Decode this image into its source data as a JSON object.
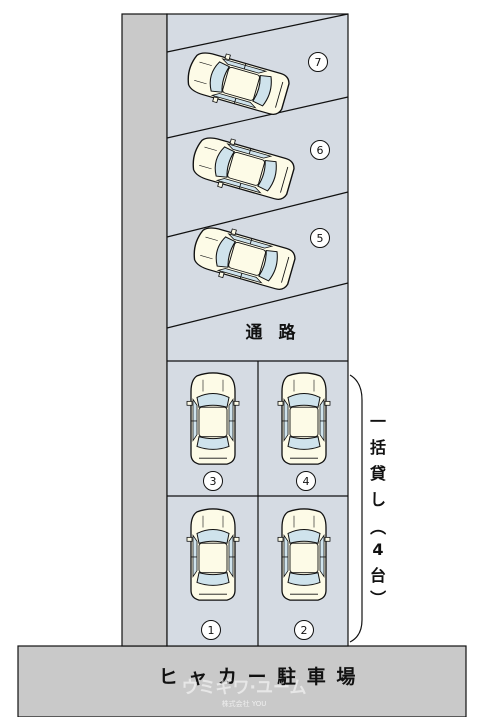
{
  "spaces": [
    {
      "number": "7"
    },
    {
      "number": "6"
    },
    {
      "number": "5"
    },
    {
      "number": "3"
    },
    {
      "number": "4"
    },
    {
      "number": "1"
    },
    {
      "number": "2"
    }
  ],
  "road_label": "通 路",
  "bottom_road_label": "ヒ ャ カ ー 駐 車 場",
  "side_note_chars": [
    "一",
    "括",
    "貸",
    "し",
    "（",
    "4",
    "台",
    "）"
  ],
  "watermark": {
    "brand": "ウミギワ·ユーム",
    "company": "株式会社 YOU"
  },
  "colors": {
    "lot_fill": "#d5dbe3",
    "wall_fill": "#c9c9c9",
    "road_fill": "#c9c9c9",
    "car_body": "#fdfbe7",
    "car_glass": "#cfe3ec",
    "line": "#111111"
  }
}
